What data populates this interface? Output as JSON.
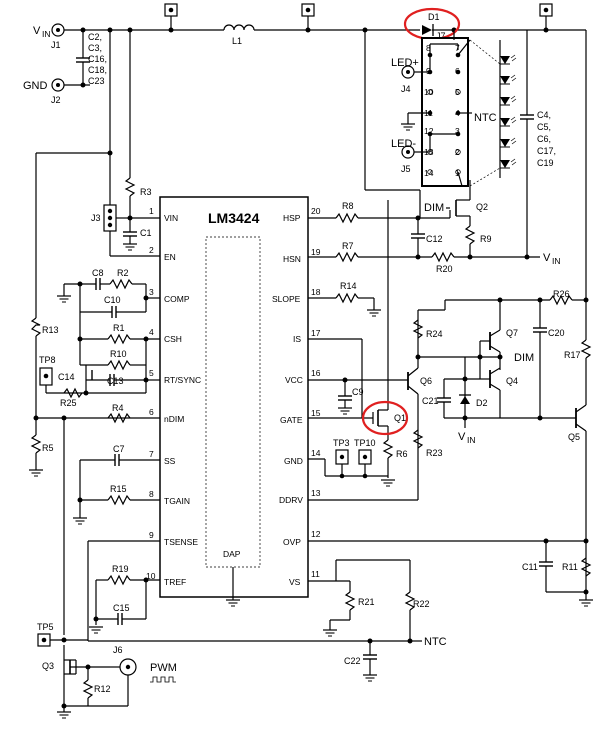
{
  "chip": {
    "name": "LM3424",
    "dap": "DAP",
    "left_pins": [
      {
        "num": "1",
        "name": "VIN"
      },
      {
        "num": "2",
        "name": "EN"
      },
      {
        "num": "3",
        "name": "COMP"
      },
      {
        "num": "4",
        "name": "CSH"
      },
      {
        "num": "5",
        "name": "RT/SYNC"
      },
      {
        "num": "6",
        "name": "nDIM"
      },
      {
        "num": "7",
        "name": "SS"
      },
      {
        "num": "8",
        "name": "TGAIN"
      },
      {
        "num": "9",
        "name": "TSENSE"
      },
      {
        "num": "10",
        "name": "TREF"
      }
    ],
    "right_pins": [
      {
        "num": "20",
        "name": "HSP"
      },
      {
        "num": "19",
        "name": "HSN"
      },
      {
        "num": "18",
        "name": "SLOPE"
      },
      {
        "num": "17",
        "name": "IS"
      },
      {
        "num": "16",
        "name": "VCC"
      },
      {
        "num": "15",
        "name": "GATE"
      },
      {
        "num": "14",
        "name": "GND"
      },
      {
        "num": "13",
        "name": "DDRV"
      },
      {
        "num": "12",
        "name": "OVP"
      },
      {
        "num": "11",
        "name": "VS"
      }
    ]
  },
  "connectors": {
    "vin": {
      "label": "V",
      "sub": "IN",
      "ref": "J1"
    },
    "gnd": {
      "label": "GND",
      "ref": "J2"
    },
    "led_plus": {
      "label": "LED+",
      "ref": "J4"
    },
    "led_minus": {
      "label": "LED-",
      "ref": "J5"
    },
    "j6": "J6",
    "j7": "J7",
    "j3": "J3",
    "pwm": "PWM",
    "ntc_header": "NTC",
    "ntc_bottom": "NTC",
    "dim_q2": "DIM",
    "dim_q7": "DIM",
    "vin_right": {
      "label": "V",
      "sub": "IN"
    },
    "vin_d2": {
      "label": "V",
      "sub": "IN"
    }
  },
  "header_pins": [
    "8",
    "7",
    "9",
    "6",
    "10",
    "5",
    "11",
    "4",
    "12",
    "3",
    "13",
    "2",
    "14",
    "1"
  ],
  "components": {
    "L1": "L1",
    "D1": "D1",
    "D2": "D2",
    "input_caps": [
      "C2,",
      "C3,",
      "C16,",
      "C18,",
      "C23"
    ],
    "output_caps": [
      "C4,",
      "C5,",
      "C6,",
      "C17,",
      "C19"
    ],
    "R1": "R1",
    "R2": "R2",
    "R3": "R3",
    "R4": "R4",
    "R5": "R5",
    "R6": "R6",
    "R7": "R7",
    "R8": "R8",
    "R9": "R9",
    "R10": "R10",
    "R11": "R11",
    "R12": "R12",
    "R13": "R13",
    "R14": "R14",
    "R15": "R15",
    "R17": "R17",
    "R19": "R19",
    "R20": "R20",
    "R21": "R21",
    "R22": "R22",
    "R23": "R23",
    "R24": "R24",
    "R25": "R25",
    "R26": "R26",
    "C1": "C1",
    "C7": "C7",
    "C8": "C8",
    "C9": "C9",
    "C10": "C10",
    "C11": "C11",
    "C12": "C12",
    "C13": "C13",
    "C14": "C14",
    "C15": "C15",
    "C20": "C20",
    "C21": "C21",
    "C22": "C22",
    "Q1": "Q1",
    "Q2": "Q2",
    "Q3": "Q3",
    "Q4": "Q4",
    "Q5": "Q5",
    "Q6": "Q6",
    "Q7": "Q7",
    "TP3": "TP3",
    "TP5": "TP5",
    "TP8": "TP8",
    "TP10": "TP10"
  },
  "highlight_color": "#e02020"
}
